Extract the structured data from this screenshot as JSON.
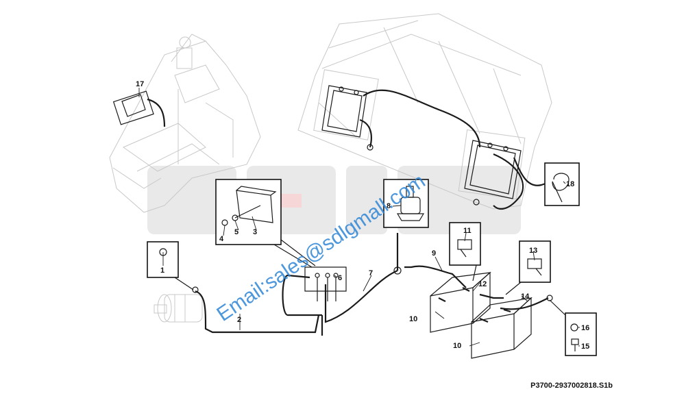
{
  "watermark": {
    "brand_letters": "SDLG",
    "email": "Email:sales@sdlgmall.com",
    "email_color": "#2e86d6"
  },
  "reference_code": "P3700-2937002818.S1b",
  "callouts": {
    "c1": "1",
    "c2": "2",
    "c3": "3",
    "c4": "4",
    "c5": "5",
    "c6": "6",
    "c7": "7",
    "c8": "8",
    "c9": "9",
    "c10a": "10",
    "c10b": "10",
    "c11": "11",
    "c12": "12",
    "c13": "13",
    "c14": "14",
    "c15": "15",
    "c16": "16",
    "c17": "17",
    "c18": "18"
  }
}
